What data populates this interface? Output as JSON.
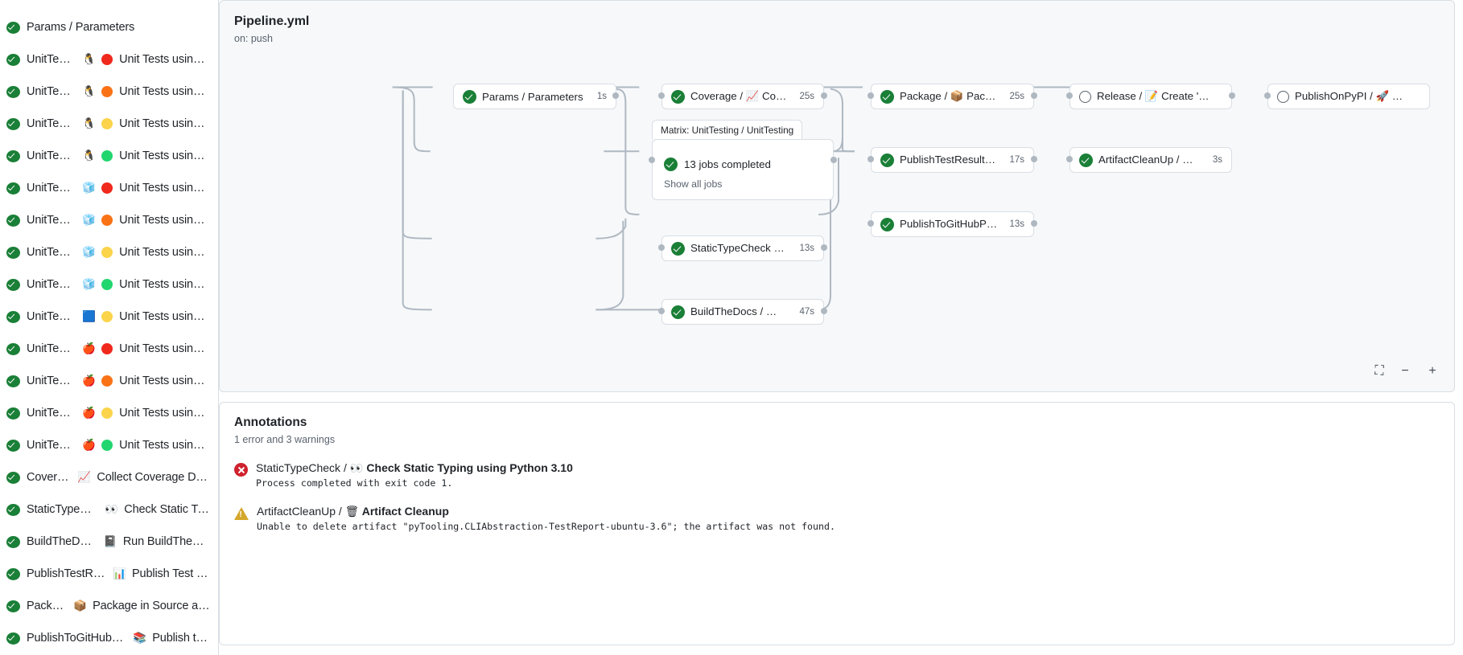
{
  "sidebar": {
    "items": [
      {
        "status": "success",
        "name": "Params / Parameters",
        "os": null,
        "ver": null
      },
      {
        "status": "success",
        "name": "UnitTesting / ",
        "os": "🐧",
        "ver": "#f0291d",
        "suffix": "Unit Tests using Pyth..."
      },
      {
        "status": "success",
        "name": "UnitTesting / ",
        "os": "🐧",
        "ver": "#f97316",
        "suffix": "Unit Tests using Pyth..."
      },
      {
        "status": "success",
        "name": "UnitTesting / ",
        "os": "🐧",
        "ver": "#fbd44c",
        "suffix": "Unit Tests using Pyth..."
      },
      {
        "status": "success",
        "name": "UnitTesting / ",
        "os": "🐧",
        "ver": "#22d66f",
        "suffix": "Unit Tests using Pyth..."
      },
      {
        "status": "success",
        "name": "UnitTesting / ",
        "os": "🧊",
        "ver": "#f0291d",
        "suffix": "Unit Tests using Pyth..."
      },
      {
        "status": "success",
        "name": "UnitTesting / ",
        "os": "🧊",
        "ver": "#f97316",
        "suffix": "Unit Tests using Pyth..."
      },
      {
        "status": "success",
        "name": "UnitTesting / ",
        "os": "🧊",
        "ver": "#fbd44c",
        "suffix": "Unit Tests using Pyth..."
      },
      {
        "status": "success",
        "name": "UnitTesting / ",
        "os": "🧊",
        "ver": "#22d66f",
        "suffix": "Unit Tests using Pyth..."
      },
      {
        "status": "success",
        "name": "UnitTesting / ",
        "os": "🟦",
        "ver": "#fbd44c",
        "suffix": "Unit Tests using Pyth..."
      },
      {
        "status": "success",
        "name": "UnitTesting / ",
        "os": "🍎",
        "ver": "#f0291d",
        "suffix": "Unit Tests using Pyth..."
      },
      {
        "status": "success",
        "name": "UnitTesting / ",
        "os": "🍎",
        "ver": "#f97316",
        "suffix": "Unit Tests using Pyth..."
      },
      {
        "status": "success",
        "name": "UnitTesting / ",
        "os": "🍎",
        "ver": "#fbd44c",
        "suffix": "Unit Tests using Pyth..."
      },
      {
        "status": "success",
        "name": "UnitTesting / ",
        "os": "🍎",
        "ver": "#22d66f",
        "suffix": "Unit Tests using Pyth..."
      },
      {
        "status": "success",
        "name": "Coverage / ",
        "os": "📈",
        "ver": null,
        "suffix": "Collect Coverage Data usi..."
      },
      {
        "status": "success",
        "name": "StaticTypeCheck / ",
        "os": "👀",
        "ver": null,
        "suffix": "Check Static Typing..."
      },
      {
        "status": "success",
        "name": "BuildTheDocs / ",
        "os": "📓",
        "ver": null,
        "suffix": "Run BuildTheDocs"
      },
      {
        "status": "success",
        "name": "PublishTestResults / ",
        "os": "📊",
        "ver": null,
        "suffix": "Publish Test Resu..."
      },
      {
        "status": "success",
        "name": "Package / ",
        "os": "📦",
        "ver": null,
        "suffix": "Package in Source and Wh..."
      },
      {
        "status": "success",
        "name": "PublishToGitHubPages / ",
        "os": "📚",
        "ver": null,
        "suffix": "Publish to G..."
      }
    ]
  },
  "graph": {
    "title": "Pipeline.yml",
    "subtitle": "on: push",
    "nodes": [
      {
        "id": "params",
        "status": "success",
        "label": "Params / Parameters",
        "duration": "1s"
      },
      {
        "id": "coverage",
        "status": "success",
        "label": "Coverage / 📈 Collect Cove...",
        "duration": "25s"
      },
      {
        "id": "statictypecheck",
        "status": "success",
        "label": "StaticTypeCheck / 👀 Chec...",
        "duration": "13s"
      },
      {
        "id": "buildthedocs",
        "status": "success",
        "label": "BuildTheDocs / 📓 Run Buil...",
        "duration": "47s"
      },
      {
        "id": "package",
        "status": "success",
        "label": "Package / 📦 Package in So...",
        "duration": "25s"
      },
      {
        "id": "publishtestresults",
        "status": "success",
        "label": "PublishTestResults / 📊 Pu...",
        "duration": "17s"
      },
      {
        "id": "publishtogithubpages",
        "status": "success",
        "label": "PublishToGitHubPages / 📚 ...",
        "duration": "13s"
      },
      {
        "id": "release",
        "status": "pending",
        "label": "Release / 📝 Create 'Release P...",
        "duration": ""
      },
      {
        "id": "artifactcleanup",
        "status": "success",
        "label": "ArtifactCleanUp / 🗑 Artifac...",
        "duration": "3s"
      },
      {
        "id": "publishonpypi",
        "status": "pending",
        "label": "PublishOnPyPI / 🚀 Publish to ...",
        "duration": ""
      }
    ],
    "matrix": {
      "tab_label": "Matrix: UnitTesting / UnitTesting",
      "summary": "13 jobs completed",
      "show_all": "Show all jobs"
    },
    "controls": {
      "fit": "⛶",
      "zoom_out": "−",
      "zoom_in": "+"
    }
  },
  "annotations": {
    "title": "Annotations",
    "summary": "1 error and 3 warnings",
    "items": [
      {
        "severity": "error",
        "job": "StaticTypeCheck / ",
        "emoji": "👀",
        "step": "Check Static Typing using Python 3.10",
        "message": "Process completed with exit code 1."
      },
      {
        "severity": "warning",
        "job": "ArtifactCleanUp / ",
        "emoji": "🗑",
        "step": "Artifact Cleanup",
        "message": "Unable to delete artifact \"pyTooling.CLIAbstraction-TestReport-ubuntu-3.6\"; the artifact was not found."
      }
    ]
  }
}
